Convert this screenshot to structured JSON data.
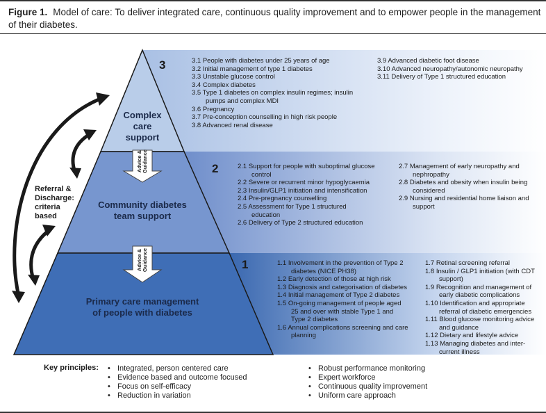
{
  "figure": {
    "label": "Figure 1.",
    "caption": "Model of care: To deliver integrated care, continuous quality improvement and to empower people in the management of their diabetes."
  },
  "tiers": [
    {
      "number": "3",
      "label_lines": [
        "Complex",
        "care",
        "support"
      ],
      "items_left": [
        "3.1 People with diabetes under 25 years of age",
        "3.2 Initial management of type 1 diabetes",
        "3.3 Unstable glucose control",
        "3.4 Complex diabetes",
        "3.5 Type 1 diabetes on complex insulin regimes; insulin pumps and complex MDI",
        "3.6 Pregnancy",
        "3.7 Pre-conception counselling in high risk people",
        "3.8 Advanced renal disease"
      ],
      "items_right": [
        "3.9 Advanced diabetic foot disease",
        "3.10 Advanced neuropathy/autonomic neuropathy",
        "3.11 Delivery of Type 1 structured education"
      ]
    },
    {
      "number": "2",
      "label_lines": [
        "Community diabetes",
        "team support"
      ],
      "items_left": [
        "2.1 Support for people with suboptimal glucose control",
        "2.2 Severe or recurrent minor hypoglycaemia",
        "2.3 Insulin/GLP1 initiation and intensification",
        "2.4 Pre-pregnancy counselling",
        "2.5 Assessment for Type 1 structured education",
        "2.6 Delivery of Type 2 structured education"
      ],
      "items_right": [
        "2.7 Management of early neuropathy and nephropathy",
        "2.8 Diabetes and obesity when insulin being considered",
        "2.9 Nursing and residential home liaison and support"
      ]
    },
    {
      "number": "1",
      "label_lines": [
        "Primary care management",
        "of people with diabetes"
      ],
      "items_left": [
        "1.1 Involvement in the prevention of Type 2 diabetes (NICE PH38)",
        "1.2 Early detection of those at high risk",
        "1.3 Diagnosis and categorisation of diabetes",
        "1.4 Initial management of Type 2 diabetes",
        "1.5 On-going management of people aged 25 and over with stable Type 1 and Type 2 diabetes",
        "1.6 Annual complications screening and care planning"
      ],
      "items_right": [
        "1.7 Retinal screening referral",
        "1.8 Insulin / GLP1 initiation (with CDT support)",
        "1.9 Recognition and management of early diabetic complications",
        "1.10 Identification and appropriate referral of diabetic emergencies",
        "1.11 Blood glucose monitoring advice and guidance",
        "1.12 Dietary and lifestyle advice",
        "1.13 Managing diabetes and inter-current illness"
      ]
    }
  ],
  "advice_label_lines": [
    "Advice &",
    "Guidance"
  ],
  "referral_label": "Referral & Discharge: criteria based",
  "principles": {
    "title": "Key principles:",
    "left": [
      "Integrated, person centered care",
      "Evidence based and outcome focused",
      "Focus on self-efficacy",
      "Reduction in variation"
    ],
    "right": [
      "Robust performance monitoring",
      "Expert workforce",
      "Continuous quality improvement",
      "Uniform care approach"
    ]
  },
  "colors": {
    "tier3": "#b9cde9",
    "tier2": "#7796cf",
    "tier1": "#3f6eb6",
    "arrow": "#1a1a1a"
  }
}
